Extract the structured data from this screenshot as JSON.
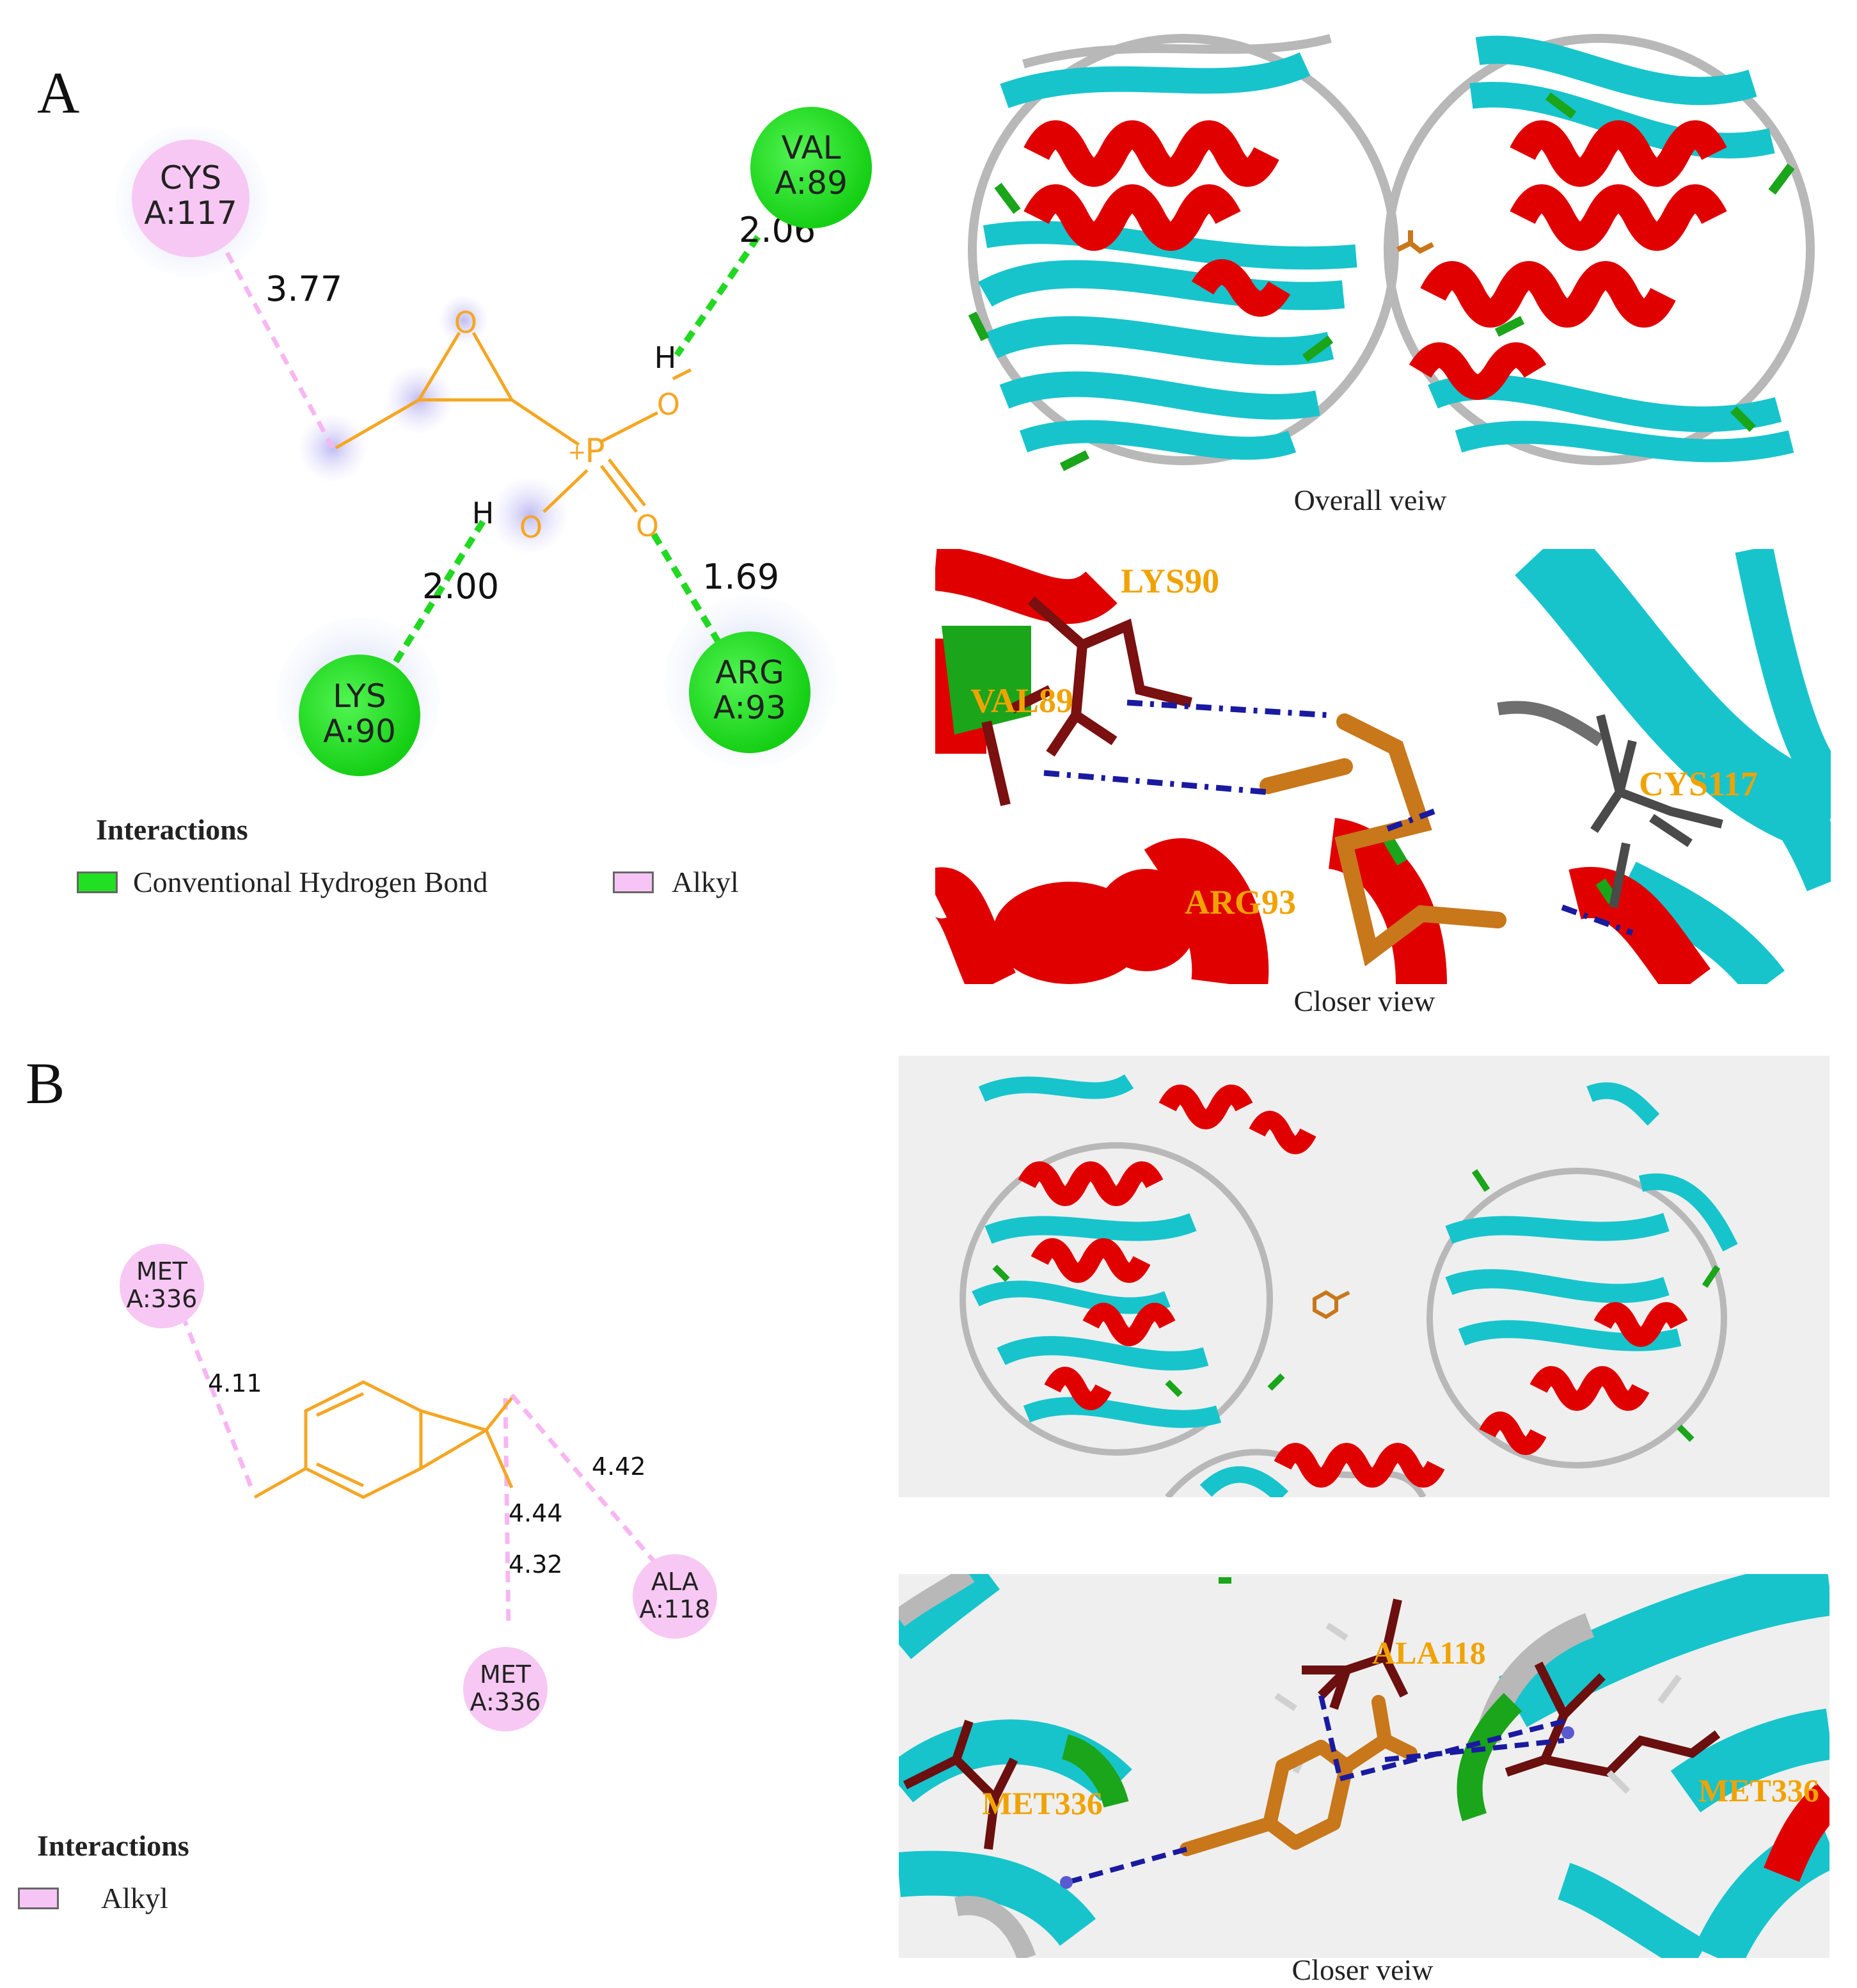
{
  "panel_a": {
    "letter": "A",
    "residues": [
      {
        "name": "CYS",
        "chain": "A:117",
        "type": "alkyl"
      },
      {
        "name": "VAL",
        "chain": "A:89",
        "type": "hbond"
      },
      {
        "name": "LYS",
        "chain": "A:90",
        "type": "hbond"
      },
      {
        "name": "ARG",
        "chain": "A:93",
        "type": "hbond"
      }
    ],
    "distances": [
      "3.77",
      "2.06",
      "2.00",
      "1.69"
    ],
    "atoms": {
      "o": "O",
      "p": "P",
      "plus": "+",
      "h": "H"
    },
    "legend": {
      "title": "Interactions",
      "items": [
        "Conventional Hydrogen Bond",
        "Alkyl"
      ]
    },
    "overall_caption": "Overall veiw",
    "closer_caption": "Closer view",
    "closer_labels": [
      "LYS90",
      "VAL89",
      "CYS117",
      "ARG93"
    ]
  },
  "panel_b": {
    "letter": "B",
    "residues": [
      {
        "name": "MET",
        "chain": "A:336",
        "type": "alkyl"
      },
      {
        "name": "ALA",
        "chain": "A:118",
        "type": "alkyl"
      },
      {
        "name": "MET",
        "chain": "A:336",
        "type": "alkyl"
      }
    ],
    "distances": [
      "4.11",
      "4.42",
      "4.44",
      "4.32"
    ],
    "legend": {
      "title": "Interactions",
      "items": [
        "Alkyl"
      ]
    },
    "closer_caption": "Closer veiw",
    "closer_labels": [
      "ALA118",
      "MET336",
      "MET336"
    ]
  },
  "colors": {
    "hbond": "#21e021",
    "alkyl": "#f7c5f5",
    "ligand": "#f5a623",
    "helix": "#e00000",
    "sheet": "#17c4cc",
    "loop": "#b8b8b8",
    "turn": "#1aa51a",
    "stick": "#c8771a",
    "dark_stick": "#6b0f0f",
    "label": "#f0a300"
  }
}
